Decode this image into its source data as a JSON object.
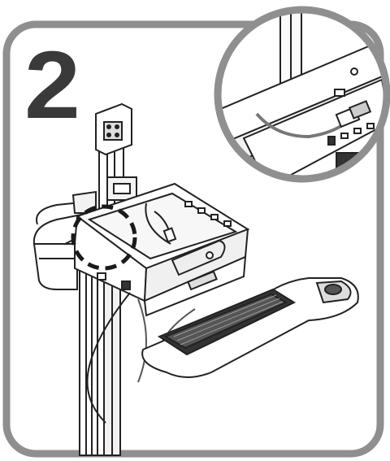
{
  "step": {
    "number": "2"
  },
  "colors": {
    "frame": "#8f8f8f",
    "outline": "#222222",
    "panel": "#ffffff",
    "shade": "#e6e6e6",
    "dark": "#333333",
    "cable": "#777777",
    "callout": "#1a1a1a"
  },
  "parts": [
    "cart-pole",
    "monitor-mount",
    "tray",
    "keyboard",
    "mouse-tray",
    "storage-bin",
    "power-cable",
    "usb-cable",
    "zoom-inset"
  ]
}
